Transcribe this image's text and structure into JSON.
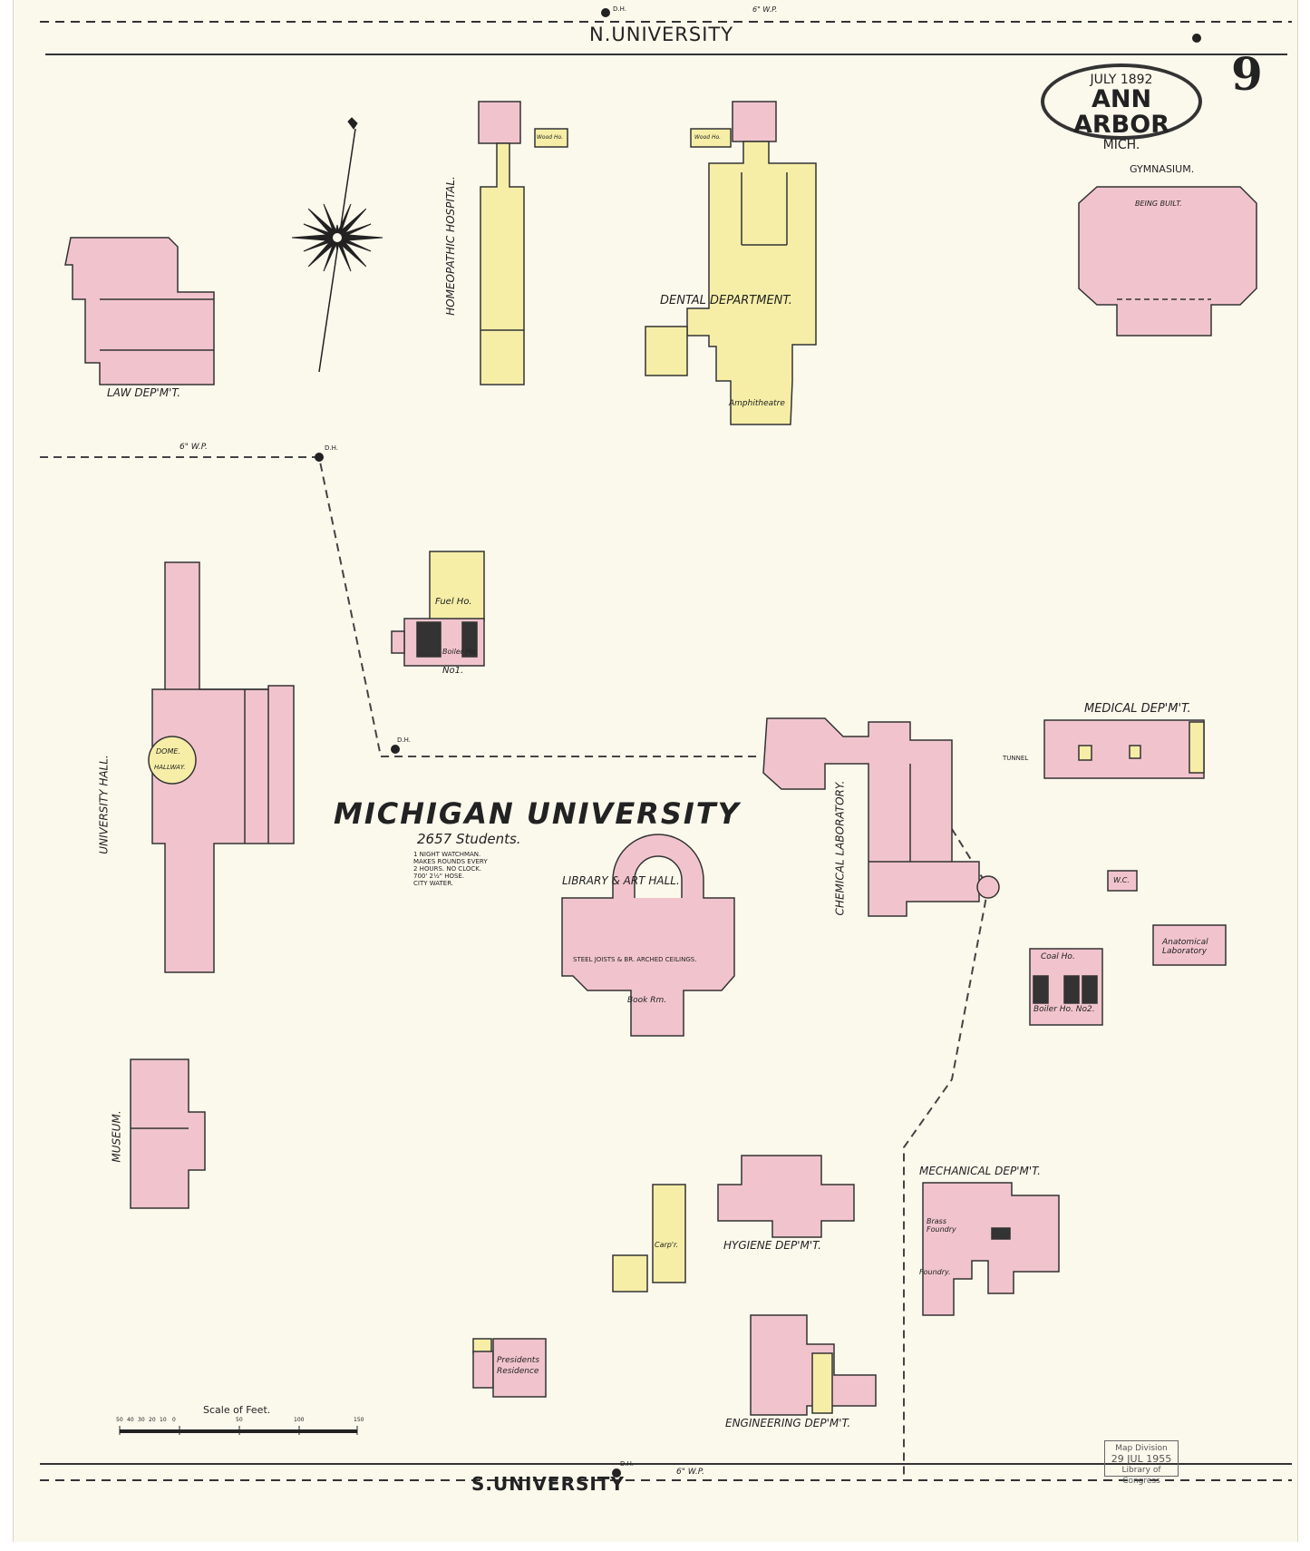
{
  "map": {
    "sheet_number": "9",
    "cartouche": {
      "date": "JULY 1892",
      "city": "ANN ARBOR",
      "state": "MICH."
    },
    "streets": {
      "north": "N.UNIVERSITY",
      "south": "S.UNIVERSITY"
    },
    "campus_title": "MICHIGAN  UNIVERSITY",
    "students": "2657 Students.",
    "watch_note": [
      "1 NIGHT WATCHMAN.",
      "MAKES ROUNDS EVERY",
      "2 HOURS. NO CLOCK.",
      "700' 2½\" HOSE.",
      "CITY WATER."
    ],
    "buildings": {
      "law": "LAW  DEP'M'T.",
      "homeopathic": "HOMEOPATHIC   HOSPITAL.",
      "dental": "DENTAL   DEPARTMENT.",
      "amphitheatre": "Amphitheatre",
      "gymnasium": "GYMNASIUM.",
      "gym_note": "BEING  BUILT.",
      "university_hall": "UNIVERSITY     HALL.",
      "dome": "DOME.",
      "hallway": "HALLWAY.",
      "fuel": "Fuel Ho.",
      "boiler1": "Boiler Ho.",
      "boiler1_no": "No1.",
      "library": "LIBRARY & ART HALL.",
      "library_note": "STEEL JOISTS & BR. ARCHED CEILINGS.",
      "book_room": "Book Rm.",
      "chemical": "CHEMICAL      LABORATORY.",
      "medical": "MEDICAL   DEP'M'T.",
      "anatomical": [
        "Anatomical",
        "Laboratory"
      ],
      "coal": "Coal Ho.",
      "boiler2": "Boiler Ho. No2.",
      "museum": "MUSEUM.",
      "hygiene": "HYGIENE   DEP'M'T.",
      "mechanical": "MECHANICAL  DEP'M'T.",
      "engineering": "ENGINEERING   DEP'M'T.",
      "presidents": [
        "Presidents",
        "Residence"
      ],
      "carp": "Carp'r.",
      "foundry": "Foundry.",
      "brass_foundry": [
        "Brass",
        "Foundry"
      ],
      "wood_ho": "Wood Ho.",
      "wc": "W.C."
    },
    "utilities": {
      "water_pipe": "6\" W.P.",
      "hydrant": "D.H.",
      "tunnel": "TUNNEL"
    },
    "scale": {
      "title": "Scale of Feet.",
      "ticks": [
        "50",
        "40",
        "30",
        "20",
        "10",
        "0",
        "50",
        "100",
        "150"
      ]
    },
    "stamp": [
      "Map Division",
      "29 JUL 1955",
      "Library of Congress"
    ],
    "colors": {
      "brick": "#f1c4cd",
      "frame": "#f6eea7",
      "outline": "#333333",
      "paper": "#fbf8ec"
    }
  }
}
